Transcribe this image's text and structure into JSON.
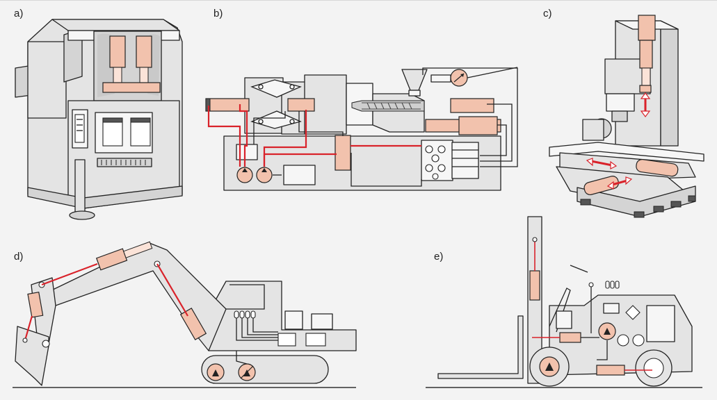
{
  "panels": [
    {
      "id": "a",
      "label": "a)"
    },
    {
      "id": "b",
      "label": "b)"
    },
    {
      "id": "c",
      "label": "c)"
    },
    {
      "id": "d",
      "label": "d)"
    },
    {
      "id": "e",
      "label": "e)"
    }
  ],
  "colors": {
    "background": "#f3f3f3",
    "hydraulic_cylinder": "#f2c2ad",
    "pressure_line": "#d9222a",
    "machine_body": "#e4e4e4",
    "outline": "#222222"
  },
  "icons": [
    "hydraulic-pump-icon",
    "hydraulic-motor-icon",
    "hydraulic-cylinder-icon"
  ]
}
